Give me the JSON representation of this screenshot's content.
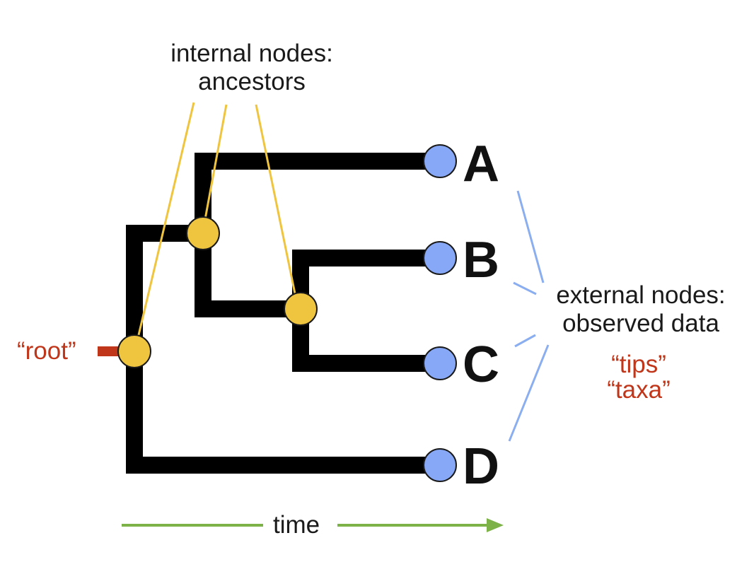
{
  "internal_label": {
    "line1": "internal nodes:",
    "line2": "ancestors"
  },
  "external_label": {
    "line1": "external nodes:",
    "line2": "observed data"
  },
  "aliases": {
    "tips": "“tips”",
    "taxa": "“taxa”"
  },
  "root_label": "“root”",
  "tips": [
    {
      "id": "A",
      "label": "A"
    },
    {
      "id": "B",
      "label": "B"
    },
    {
      "id": "C",
      "label": "C"
    },
    {
      "id": "D",
      "label": "D"
    }
  ],
  "time_label": "time",
  "colors": {
    "branch": "#000000",
    "internal_node": "#efc43f",
    "tip_node": "#87a8f7",
    "internal_pointer": "#efc43f",
    "external_pointer": "#8aaeef",
    "root_stub": "#c0361a",
    "time_arrow": "#7db249",
    "alias_text": "#c0361a"
  }
}
